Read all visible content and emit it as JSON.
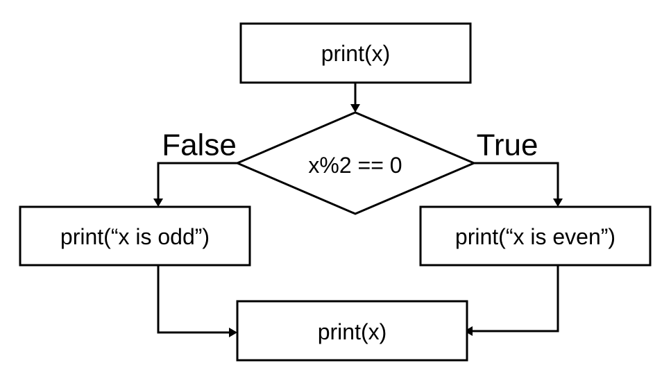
{
  "diagram": {
    "type": "flowchart",
    "nodes": {
      "start": {
        "shape": "rectangle",
        "text": "print(x)"
      },
      "condition": {
        "shape": "diamond",
        "text": "x%2 == 0"
      },
      "odd_branch": {
        "shape": "rectangle",
        "text": "print(“x is odd”)"
      },
      "even_branch": {
        "shape": "rectangle",
        "text": "print(“x is even”)"
      },
      "end": {
        "shape": "rectangle",
        "text": "print(x)"
      }
    },
    "edge_labels": {
      "false": "False",
      "true": "True"
    },
    "edges": [
      {
        "from": "start",
        "to": "condition"
      },
      {
        "from": "condition",
        "to": "odd_branch",
        "label": "False"
      },
      {
        "from": "condition",
        "to": "even_branch",
        "label": "True"
      },
      {
        "from": "odd_branch",
        "to": "end"
      },
      {
        "from": "even_branch",
        "to": "end"
      }
    ]
  }
}
